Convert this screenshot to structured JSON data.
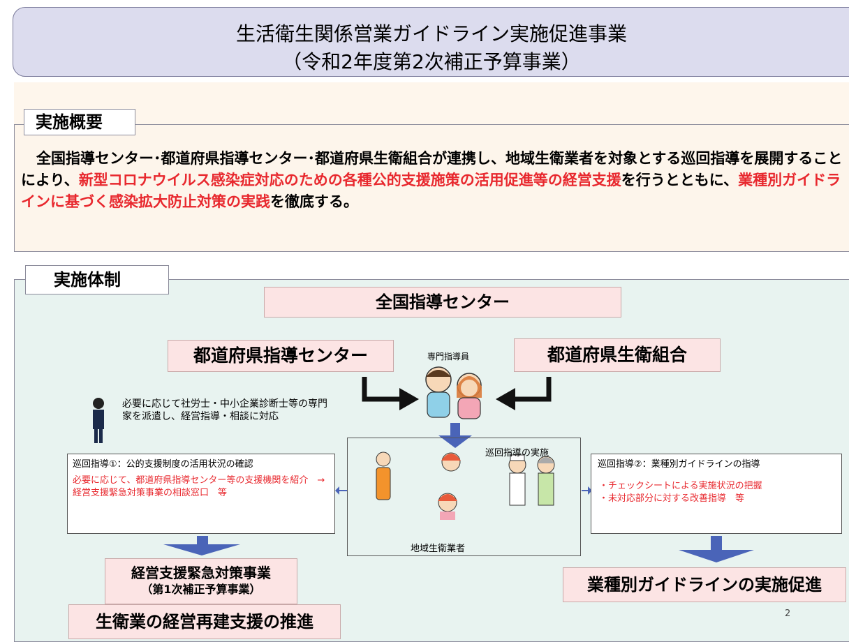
{
  "title": {
    "line1": "生活衛生関係営業ガイドライン実施促進事業",
    "line2": "（令和2年度第2次補正予算事業）"
  },
  "overview": {
    "header": "実施概要",
    "seg1": "全国指導センター･都道府県指導センター･都道府県生衛組合が連携し、地域生衛業者を対象とする巡回指導を展開することにより、",
    "seg2_red": "新型コロナウイルス感染症対応のための各種公的支援施策の活用促進等の経営支援",
    "seg3": "を行うとともに、",
    "seg4_red": "業種別ガイドラインに基づく感染拡大防止対策の実践",
    "seg5": "を徹底する。"
  },
  "system": {
    "header": "実施体制",
    "national_center": "全国指導センター",
    "pref_center": "都道府県指導センター",
    "pref_union": "都道府県生衛組合",
    "specialist": "専門指導員",
    "patrol": "巡回指導の実施",
    "dispatch": "必要に応じて社労士・中小企業診断士等の専門家を派遣し、経営指導・相談に対応",
    "guide1_title": "巡回指導①：公的支援制度の活用状況の確認",
    "guide1_body": "必要に応じて、都道府県指導センター等の支援機関を紹介　→経営支援緊急対策事業の相談窓口　等",
    "business": "地域生衛業者",
    "guide2_title": "巡回指導②：業種別ガイドラインの指導",
    "guide2_line1": "・チェックシートによる実施状況の把握",
    "guide2_line2": "・未対応部分に対する改善指導　等",
    "emergency_line1": "経営支援緊急対策事業",
    "emergency_line2": "（第1次補正予算事業）",
    "rebuild": "生衛業の経営再建支援の推進",
    "guideline_promo": "業種別ガイドラインの実施促進",
    "page_number": "2"
  },
  "colors": {
    "title_bg": "#dcdcee",
    "overview_bg": "#fef6ec",
    "system_bg": "#e8f3f0",
    "pink_box": "#fce4e4",
    "highlight_red": "#e8282e",
    "arrow_blue": "#4a64b8"
  }
}
